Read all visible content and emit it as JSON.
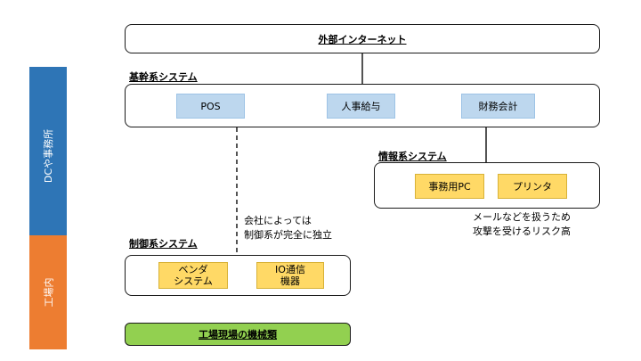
{
  "side_labels": {
    "dc": "DCや事務所",
    "factory": "工場内"
  },
  "internet": {
    "label": "外部インターネット"
  },
  "core": {
    "title": "基幹系システム",
    "items": [
      "POS",
      "人事給与",
      "財務会計"
    ]
  },
  "info": {
    "title": "情報系システム",
    "items": [
      "事務用PC",
      "プリンタ"
    ],
    "note": "メールなどを扱うため\n攻撃を受けるリスク高"
  },
  "control": {
    "title": "制御系システム",
    "items": [
      "ベンダ\nシステム",
      "IO通信\n機器"
    ],
    "note": "会社によっては\n制御系が完全に独立"
  },
  "machines": {
    "label": "工場現場の機械類"
  },
  "colors": {
    "side_dc": "#2e75b6",
    "side_factory": "#ed7d31",
    "core_item": "#bdd7ee",
    "ot_item": "#ffd966",
    "machines": "#92d050"
  }
}
